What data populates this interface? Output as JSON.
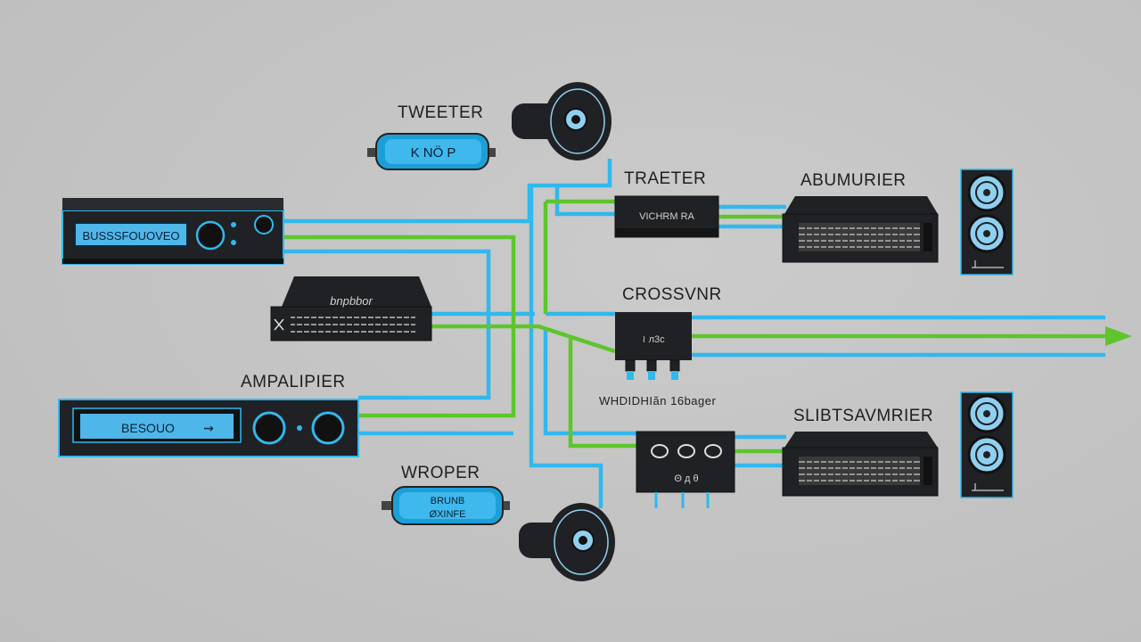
{
  "labels": {
    "tweeter": "TWEETER",
    "tweeter_cap": "K NÖ P",
    "wooper": "WROPER",
    "wooper_cap_line1": "BRUNB",
    "wooper_cap_line2": "ØXINFE",
    "amplifier_left": "AMPALIPIER",
    "receiver_display": "BUSSSFOUOVEO",
    "amp_display": "BESOUO",
    "amp_display_icon": "⇝",
    "mid_box": "bnpbbor",
    "transfer": "TRAETER",
    "transfer_box": "VICHRM RA",
    "crossover": "CROSSVNR",
    "crossover_box": "≀ л3с",
    "crossover_caption": "WHDIDHIăn 16bager",
    "amplifier_right": "ABUMURIER",
    "subamp": "SLIBTSAVMRIER",
    "lower_box": "Θ д θ"
  },
  "colors": {
    "background": "#c3c3c3",
    "device_body": "#202124",
    "cable_blue": "#31b8ec",
    "cable_green": "#5ec52c",
    "display_blue": "#4fb6ea",
    "speaker_cone": "#8fd0f0"
  },
  "icons": [
    "speaker-icon",
    "tweeter-driver-icon",
    "capacitor-icon",
    "knob-icon",
    "arrow-icon"
  ]
}
